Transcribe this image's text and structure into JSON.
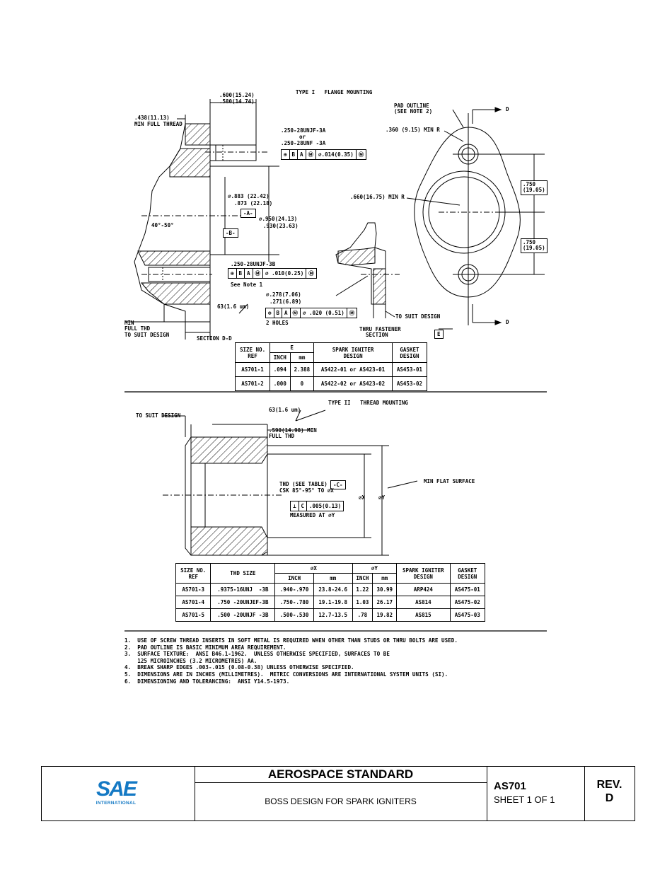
{
  "type1": {
    "heading": "TYPE I   FLANGE MOUNTING",
    "dim_600": ".600(15.24)",
    "dim_580": ".580(14.74)",
    "dim_438": ".438(11.13)",
    "min_full_thread": "MIN FULL THREAD",
    "thread_250a": ".250-28UNJF-3A",
    "or": "or",
    "thread_250b": ".250-28UNF -3A",
    "fcf1": [
      "⊕",
      "B",
      "A",
      "Ⓜ",
      "∅.014(0.35)",
      "Ⓜ"
    ],
    "dia_883": "∅.883 (22.42)",
    "dia_873": ".873 (22.18)",
    "datum_a": "-A-",
    "dia_950": "∅.950(24.13)",
    "dia_930": ".930(23.63)",
    "angle": "40°-50°",
    "datum_b": "-B-",
    "thread_3b": ".250-28UNJF-3B",
    "fcf2": [
      "⊕",
      "B",
      "A",
      "Ⓜ",
      "∅ .010(0.25)",
      "Ⓜ"
    ],
    "see_note_1": "See Note 1",
    "surface_63": "63(1.6 um)",
    "dia_278": "∅.278(7.06)",
    "dia_271": ".271(6.89)",
    "fcf3": [
      "⊕",
      "B",
      "A",
      "Ⓜ",
      "∅ .020 (0.51)",
      "Ⓜ"
    ],
    "two_holes": "2 HOLES",
    "min_full_thd": "MIN\nFULL THD\nTO SUIT DESIGN",
    "section_dd": "SECTION D-D",
    "thru_fastener": "THRU FASTENER\n  SECTION",
    "to_suit_design": "TO SUIT DESIGN",
    "datum_e": "E",
    "pad_outline": "PAD OUTLINE\n(SEE NOTE 2)",
    "d_top": "D",
    "d_bottom": "D",
    "rad_360": ".360 (9.15) MIN R",
    "rad_660": ".660(16.75) MIN R",
    "dim_750a": ".750\n(19.05)",
    "dim_750b": ".750\n(19.05)"
  },
  "table1": {
    "headers": [
      "SIZE NO.\nREF",
      "E",
      "SPARK IGNITER\nDESIGN",
      "GASKET\nDESIGN"
    ],
    "subheaders": [
      "INCH",
      "mm"
    ],
    "rows": [
      [
        "AS701-1",
        ".094",
        "2.388",
        "AS422-01 or AS423-01",
        "AS453-01"
      ],
      [
        "AS701-2",
        ".000",
        "0",
        "AS422-02 or AS423-02",
        "AS453-02"
      ]
    ]
  },
  "type2": {
    "heading": "TYPE II   THREAD MOUNTING",
    "surface_63": "63(1.6 um)",
    "to_suit_design": "TO SUIT DESIGN",
    "dim_590": ".590(14.98) MIN\nFULL THD",
    "thd_see_table": "THD (SEE TABLE)",
    "datum_c": "-C-",
    "csk": "CSK 85°-95° TO ∅X",
    "fcf": [
      "⊥",
      "C",
      ".005(0.13)"
    ],
    "measured_at": "MEASURED AT ∅Y",
    "phi_x": "∅X",
    "phi_y": "∅Y",
    "min_flat": "MIN FLAT SURFACE"
  },
  "table2": {
    "headers": [
      "SIZE NO.\nREF",
      "THD SIZE",
      "∅X",
      "∅Y",
      "SPARK IGNITER\nDESIGN",
      "GASKET\nDESIGN"
    ],
    "subheaders": [
      "INCH",
      "mm",
      "INCH",
      "mm"
    ],
    "rows": [
      [
        "AS701-3",
        ".9375-16UNJ  -3B",
        ".940-.970",
        "23.8-24.6",
        "1.22",
        "30.99",
        "ARP424",
        "AS475-01"
      ],
      [
        "AS701-4",
        ".750 -20UNJEF-3B",
        ".750-.780",
        "19.1-19.8",
        "1.03",
        "26.17",
        "AS814",
        "AS475-02"
      ],
      [
        "AS701-5",
        ".500 -20UNJF -3B",
        ".500-.530",
        "12.7-13.5",
        ".78",
        "19.82",
        "AS815",
        "AS475-03"
      ]
    ]
  },
  "notes": [
    "1.  USE OF SCREW THREAD INSERTS IN SOFT METAL IS REQUIRED WHEN OTHER THAN STUDS OR THRU BOLTS ARE USED.",
    "2.  PAD OUTLINE IS BASIC MINIMUM AREA REQUIREMENT.",
    "3.  SURFACE TEXTURE:  ANSI B46.1-1962.  UNLESS OTHERWISE SPECIFIED, SURFACES TO BE",
    "    125 MICROINCHES (3.2 MICROMETRES) AA.",
    "4.  BREAK SHARP EDGES .003-.015 (0.08-0.38) UNLESS OTHERWISE SPECIFIED.",
    "5.  DIMENSIONS ARE IN INCHES (MILLIMETRES).  METRIC CONVERSIONS ARE INTERNATIONAL SYSTEM UNITS (SI).",
    "6.  DIMENSIONING AND TOLERANCING:  ANSI Y14.5-1973."
  ],
  "title_block": {
    "logo_text": "SAE",
    "logo_sub": "INTERNATIONAL",
    "standard": "AEROSPACE STANDARD",
    "title": "BOSS DESIGN FOR SPARK IGNITERS",
    "doc_no": "AS701",
    "sheet": "SHEET 1 OF 1",
    "rev_label": "REV.",
    "rev": "D"
  }
}
